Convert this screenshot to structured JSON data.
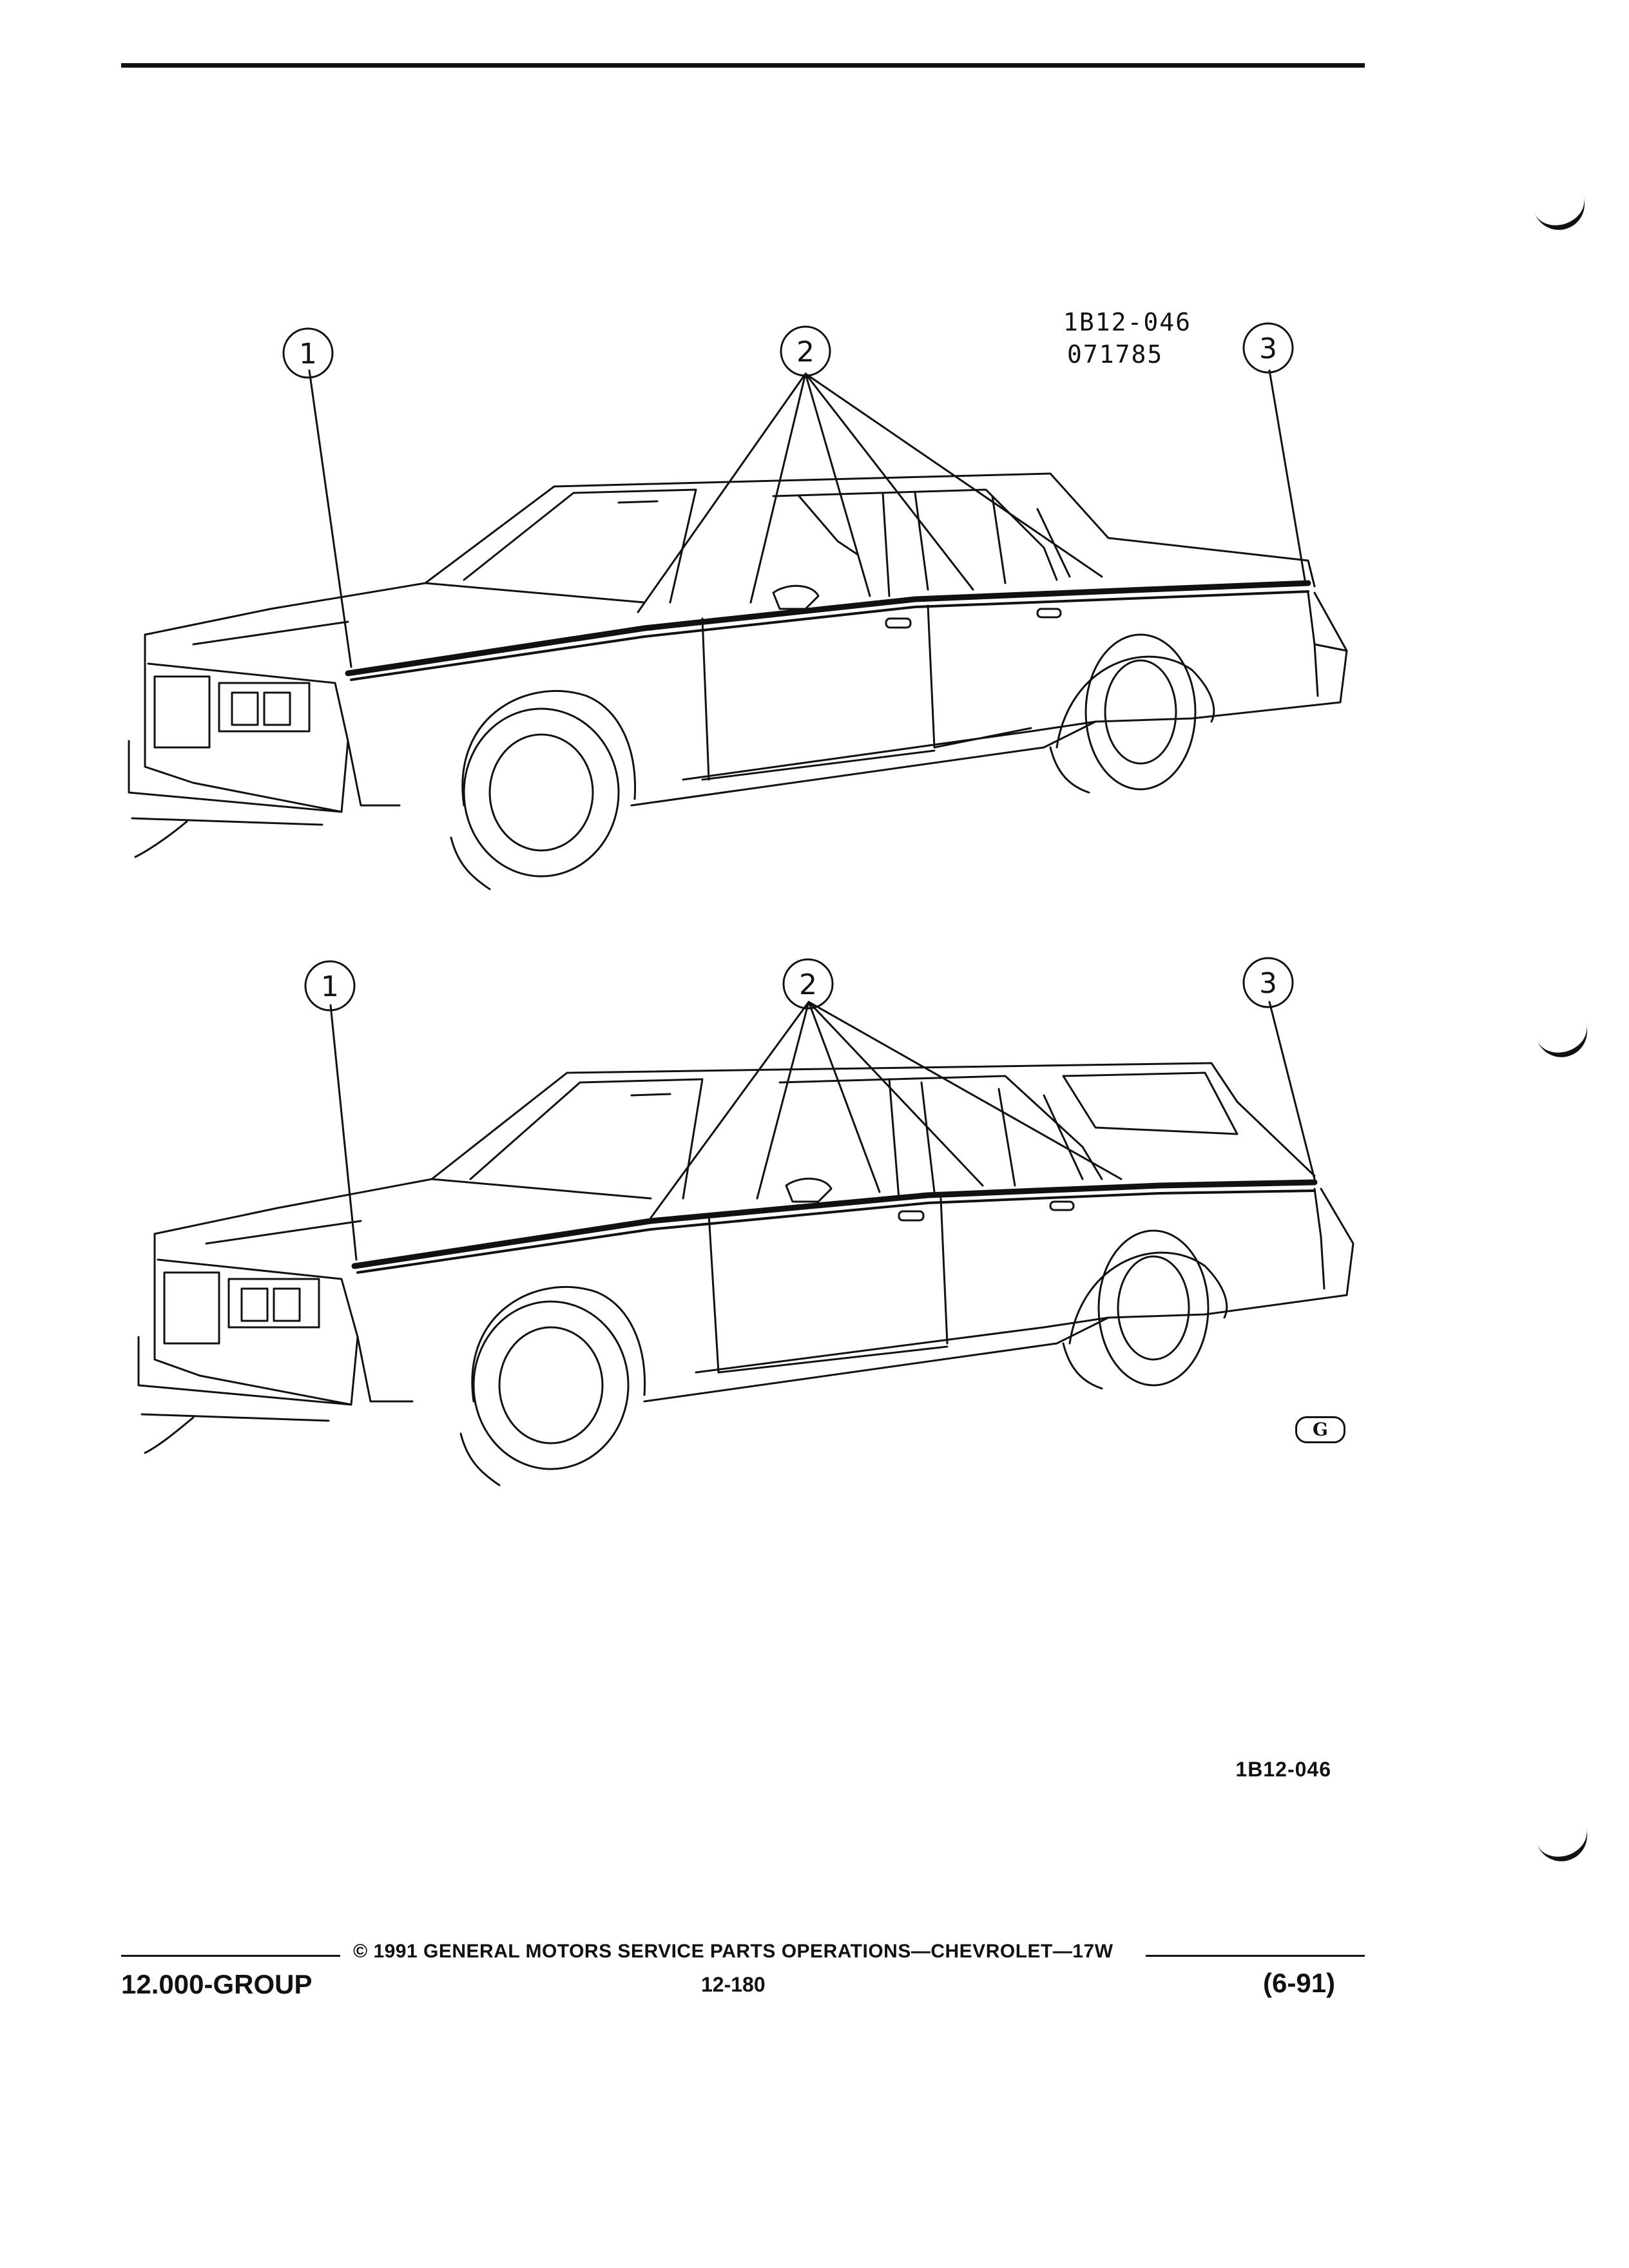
{
  "figure": {
    "ref_code": "1B12-046",
    "ref_date": "071785",
    "id_label": "1B12-046",
    "logo_letter": "G"
  },
  "callouts": {
    "top": [
      "1",
      "2",
      "3"
    ],
    "bottom": [
      "1",
      "2",
      "3"
    ]
  },
  "footer": {
    "copyright": "© 1991 GENERAL MOTORS SERVICE PARTS OPERATIONS—CHEVROLET—17W",
    "group": "12.000-GROUP",
    "page": "12-180",
    "revision": "(6-91)"
  }
}
